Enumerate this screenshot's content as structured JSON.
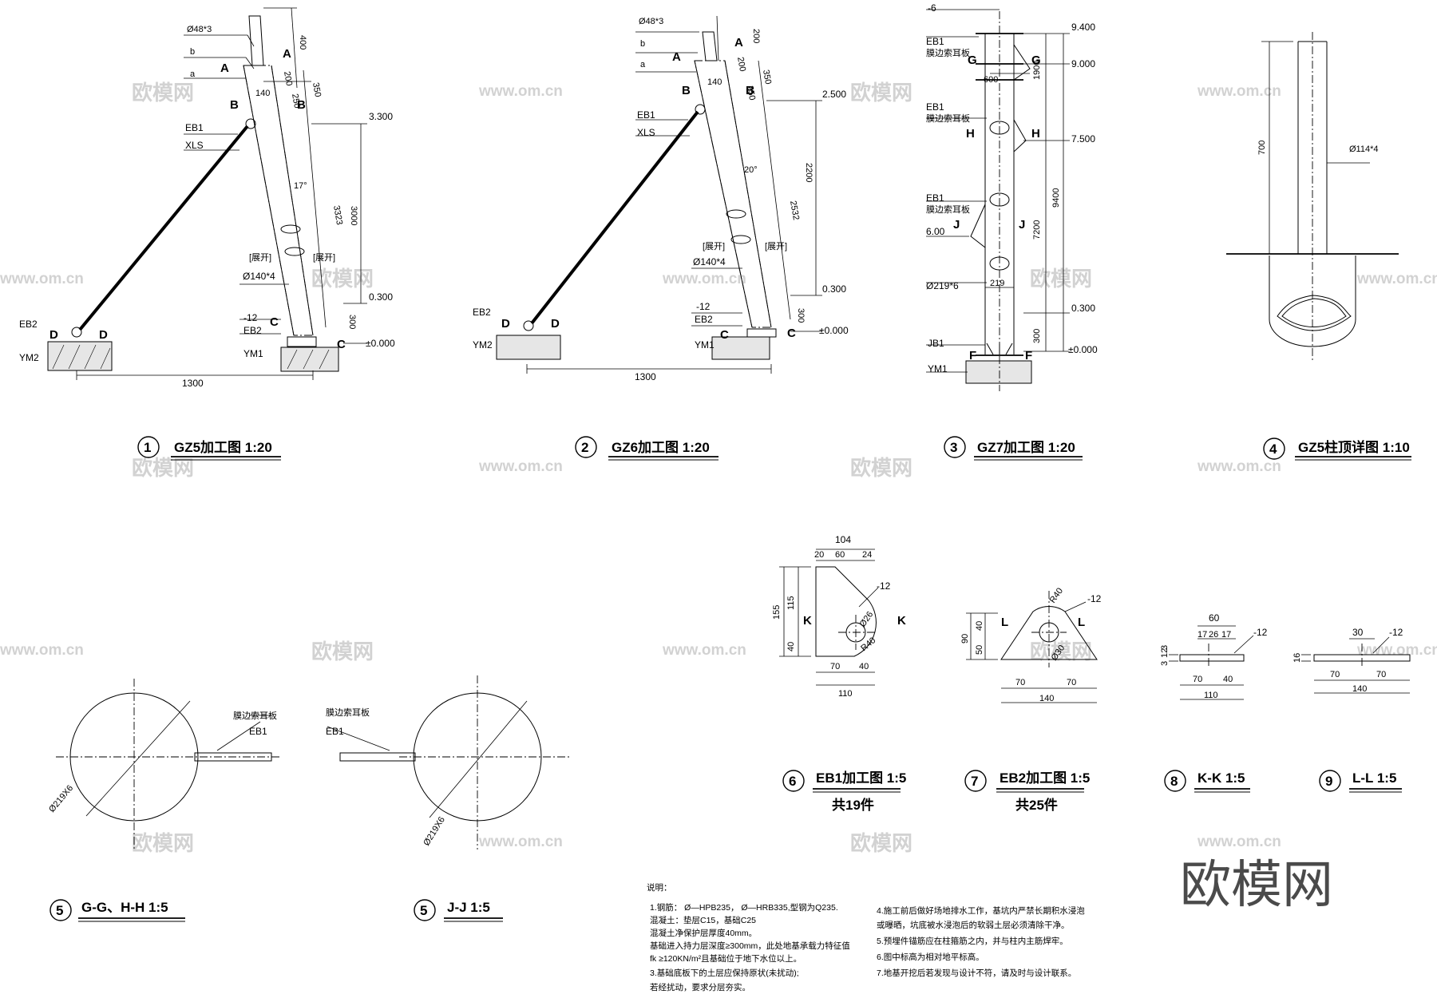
{
  "watermark": {
    "brand": "欧模网",
    "site": "www.om.cn"
  },
  "drawings": {
    "gz5": {
      "num": "1",
      "title": "GZ5加工图  1:20",
      "pipe_top": "Ø48*3",
      "b": "b",
      "a": "a",
      "eb1": "EB1",
      "xls": "XLS",
      "eb2": "EB2",
      "ym2": "YM2",
      "ym1": "YM1",
      "m12": "-12",
      "pipe": "Ø140*4",
      "angle": "17°",
      "tag1": "[展开]",
      "tag2": "[展开]",
      "d400": "400",
      "d200": "200",
      "d350": "350",
      "d250": "250",
      "d140": "140",
      "d3000": "3000",
      "d3323": "3323",
      "d300": "300",
      "d1300": "1300",
      "e1": "3.300",
      "e2": "0.300",
      "e3": "±0.000",
      "A": "A",
      "B": "B",
      "C": "C",
      "D": "D"
    },
    "gz6": {
      "num": "2",
      "title": "GZ6加工图  1:20",
      "pipe_top": "Ø48*3",
      "b": "b",
      "a": "a",
      "eb1": "EB1",
      "xls": "XLS",
      "eb2": "EB2",
      "ym2": "YM2",
      "ym1": "YM1",
      "m12": "-12",
      "pipe": "Ø140*4",
      "angle": "20°",
      "tag1": "[展开]",
      "tag2": "[展开]",
      "d200": "200",
      "d350": "350",
      "d250": "250",
      "d140": "140",
      "d2200": "2200",
      "d2532": "2532",
      "d300": "300",
      "d1300": "1300",
      "e1": "2.500",
      "e2": "0.300",
      "e3": "±0.000",
      "A": "A",
      "B": "B",
      "C": "C",
      "D": "D"
    },
    "gz7": {
      "num": "3",
      "title": "GZ7加工图  1:20",
      "m6": "-6",
      "eb1": "EB1",
      "ear": "膜边索耳板",
      "pipe": "Ø219*6",
      "d600": "600",
      "d219": "219",
      "jb1": "JB1",
      "ym1": "YM1",
      "e9400": "9.400",
      "e9000": "9.000",
      "e7500": "7.500",
      "e600": "6.00",
      "e0300": "0.300",
      "e0000": "±0.000",
      "d1900": "1900",
      "d9400": "9400",
      "d7200": "7200",
      "d300": "300",
      "G": "G",
      "H": "H",
      "J": "J",
      "F": "F"
    },
    "gz5top": {
      "num": "4",
      "title": "GZ5柱顶详图  1:10",
      "d700": "700",
      "pipe": "Ø114*4"
    },
    "gg": {
      "num": "5",
      "title": "G-G、H-H  1:5",
      "ear": "膜边索耳板",
      "eb1": "EB1",
      "dia": "Ø219X6"
    },
    "jj": {
      "num": "5",
      "title": "J-J  1:5",
      "ear": "膜边索耳板",
      "eb1": "EB1",
      "dia": "Ø219X6"
    },
    "eb1": {
      "num": "6",
      "title": "EB1加工图 1:5",
      "count": "共19件",
      "d104": "104",
      "d20": "20",
      "d60": "60",
      "d24": "24",
      "m12": "-12",
      "d155": "155",
      "d115": "115",
      "d40": "40",
      "hole": "Ø26",
      "r40": "R40",
      "d70": "70",
      "d40b": "40",
      "d110": "110",
      "K": "K"
    },
    "eb2": {
      "num": "7",
      "title": "EB2加工图 1:5",
      "count": "共25件",
      "r40": "R40",
      "m12": "-12",
      "d90": "90",
      "d40": "40",
      "d50": "50",
      "hole": "Ø30",
      "d70a": "70",
      "d70b": "70",
      "d140": "140",
      "L": "L"
    },
    "kk": {
      "num": "8",
      "title": "K-K  1:5",
      "d60": "60",
      "d17a": "17",
      "d26": "26",
      "d17b": "17",
      "m12": "-12",
      "d3": "3",
      "d12": "12",
      "d3b": "3",
      "d70": "70",
      "d40": "40",
      "d110": "110"
    },
    "ll": {
      "num": "9",
      "title": "L-L  1:5",
      "d30": "30",
      "m12": "-12",
      "d16": "16",
      "d70a": "70",
      "d70b": "70",
      "d140": "140"
    }
  },
  "notes": {
    "heading": "说明：",
    "left": [
      "1.钢筋：  Ø—HPB235，  Ø—HRB335,型钢为Q235.",
      "   混凝土：垫层C15，基础C25",
      "   混凝土净保护层厚度40mm。",
      "   基础进入持力层深度≥300mm，此处地基承载力特征值",
      "   fk ≥120KN/m²且基础位于地下水位以上。",
      "3.基础底板下的土层应保持原状(未扰动);",
      "   若经扰动，要求分层夯实。"
    ],
    "right": [
      "4.施工前后做好场地排水工作，基坑内严禁长期积水浸泡",
      "   或曝晒，坑底被水浸泡后的软弱土层必须清除干净。",
      "5.预埋件锚筋应在柱箍筋之内，并与柱内主筋焊牢。",
      "6.图中标高为相对地平标高。",
      "7.地基开挖后若发现与设计不符，请及时与设计联系。"
    ]
  }
}
